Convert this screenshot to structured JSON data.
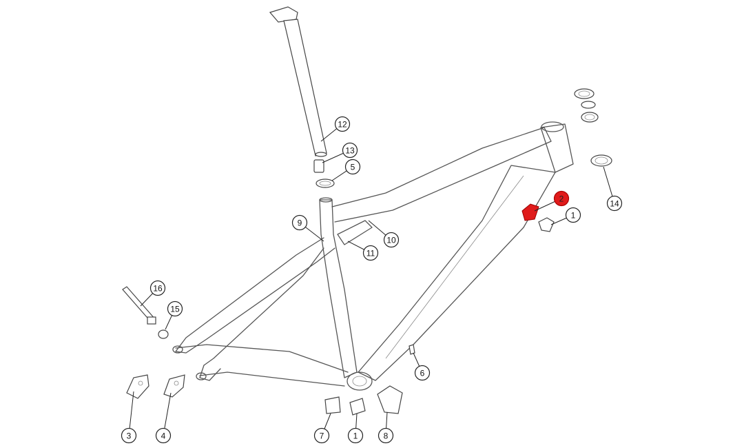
{
  "diagram": {
    "title": "Frame exploded parts diagram",
    "highlight_color": "#e01b1b",
    "callouts": [
      {
        "label": "12",
        "highlighted": false
      },
      {
        "label": "13",
        "highlighted": false
      },
      {
        "label": "5",
        "highlighted": false
      },
      {
        "label": "2",
        "highlighted": true
      },
      {
        "label": "1",
        "highlighted": false
      },
      {
        "label": "14",
        "highlighted": false
      },
      {
        "label": "9",
        "highlighted": false
      },
      {
        "label": "10",
        "highlighted": false
      },
      {
        "label": "11",
        "highlighted": false
      },
      {
        "label": "16",
        "highlighted": false
      },
      {
        "label": "15",
        "highlighted": false
      },
      {
        "label": "6",
        "highlighted": false
      },
      {
        "label": "3",
        "highlighted": false
      },
      {
        "label": "4",
        "highlighted": false
      },
      {
        "label": "7",
        "highlighted": false
      },
      {
        "label": "1",
        "highlighted": false
      },
      {
        "label": "8",
        "highlighted": false
      }
    ]
  }
}
